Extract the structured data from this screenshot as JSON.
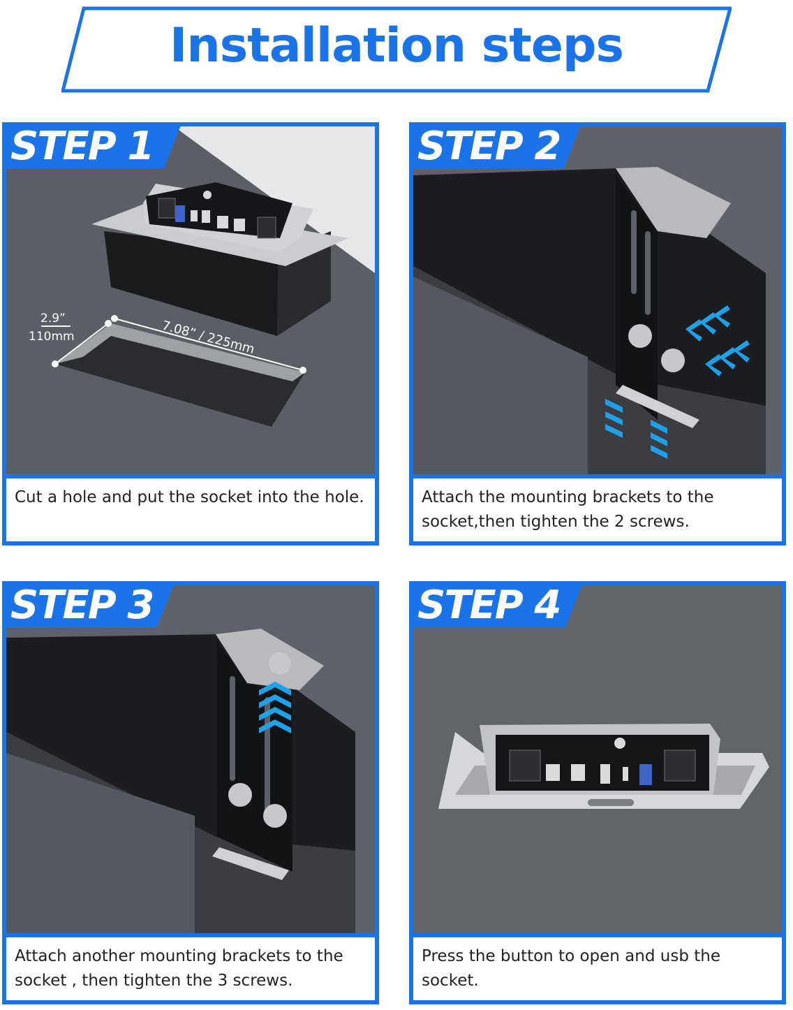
{
  "title": "Installation steps",
  "colors": {
    "accent": "#1a73e8",
    "surface": "#5a5d63",
    "dark": "#151618"
  },
  "steps": [
    {
      "label": "STEP 1",
      "caption": "Cut a hole and put the socket into the hole.",
      "dims": {
        "depth_in": "2.9”",
        "depth_mm": "110mm",
        "length": "7.08” / 225mm"
      }
    },
    {
      "label": "STEP 2",
      "caption": "Attach the mounting brackets to the socket,then tighten the 2 screws."
    },
    {
      "label": "STEP 3",
      "caption": "Attach another mounting brackets to the socket , then tighten the 3 screws."
    },
    {
      "label": "STEP 4",
      "caption": "Press the button to open and usb the socket."
    }
  ]
}
